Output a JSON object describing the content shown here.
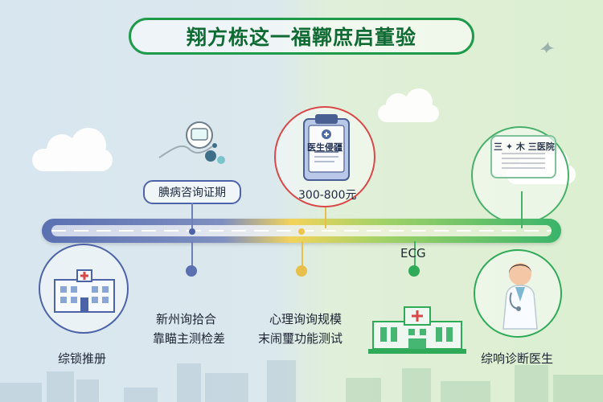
{
  "title": "翔方栋这一福鞹庶启董验",
  "steps": {
    "left_top": "腆病咨询证期",
    "center_top_price": "300-800元",
    "center_left_1": "新州询拾合",
    "center_left_2": "靠瞄主测检差",
    "center_right_1": "心理询询规模",
    "center_right_2": "末闹璽功能测试",
    "right_mid": "ECG",
    "bottom_left": "综锁推册",
    "bottom_right": "综响诊断医生",
    "document_text_center": "医生侵疆",
    "document_text_right": "三 ✦ 木 三医院"
  },
  "colors": {
    "blue": "#4d63a8",
    "yellow": "#e8c547",
    "green": "#2faa59",
    "red": "#d94848"
  },
  "icons": {
    "bird": "bird-icon",
    "hospital": "hospital-icon",
    "doctor": "doctor-icon",
    "clipboard": "clipboard-icon",
    "chat": "chat-icon"
  }
}
